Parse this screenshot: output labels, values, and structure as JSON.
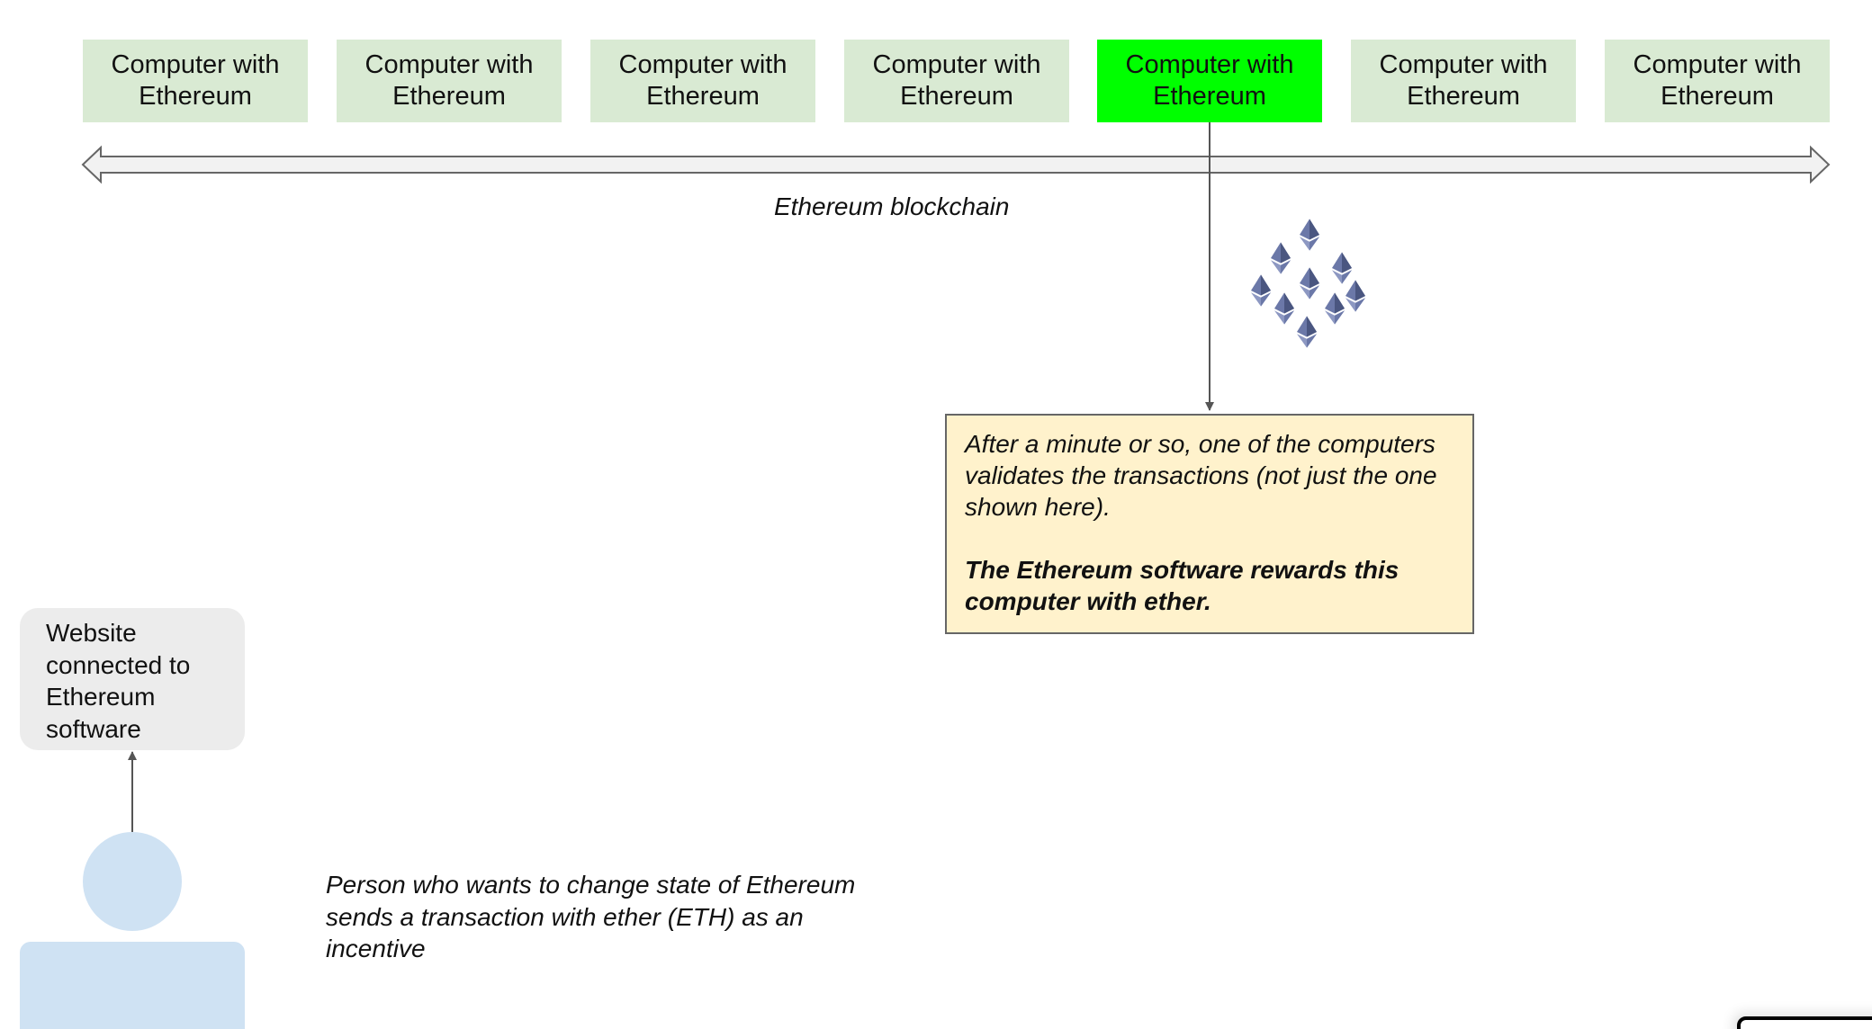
{
  "nodes": [
    {
      "label": "Computer with\nEthereum"
    },
    {
      "label": "Computer with\nEthereum"
    },
    {
      "label": "Computer with\nEthereum"
    },
    {
      "label": "Computer with\nEthereum"
    },
    {
      "label": "Computer with\nEthereum",
      "highlighted": true
    },
    {
      "label": "Computer with\nEthereum"
    },
    {
      "label": "Computer with\nEthereum"
    }
  ],
  "blockchain_label": "Ethereum blockchain",
  "reward_note": {
    "text": "After a minute or so, one of the computers validates the transactions (not just the one shown here).",
    "bold_text": "The Ethereum software rewards this computer with ether."
  },
  "website_label": "Website\nconnected to\nEthereum\nsoftware",
  "person_caption": "Person who wants to change state of Ethereum sends a transaction with ether (ETH) as an incentive",
  "colors": {
    "node_default": "#d9ead3",
    "node_highlight": "#00ff00",
    "note_background": "#fff2cc",
    "website_background": "#ececec",
    "person": "#cfe2f3",
    "ether_icon": "#6b78a8"
  },
  "icons": {
    "ether_cluster": "ethereum-diamond-icon",
    "ether_count": 10
  }
}
